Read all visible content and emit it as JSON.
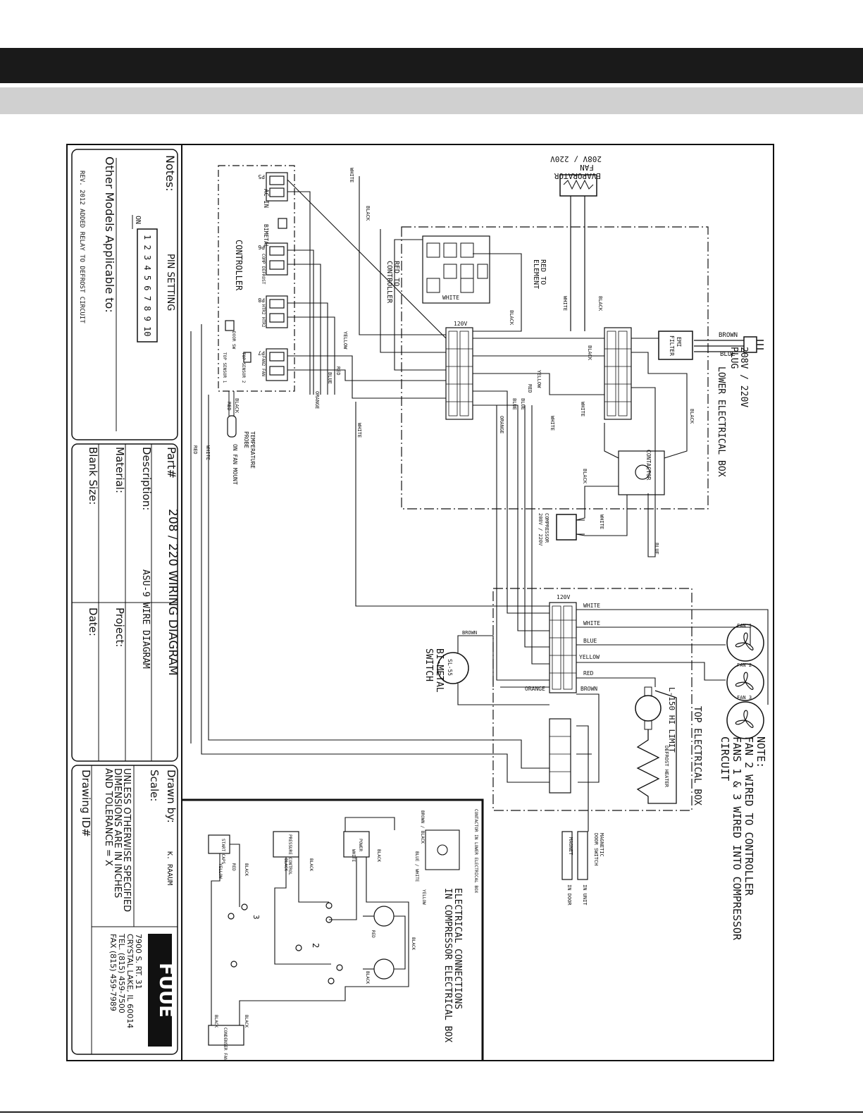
{
  "notes": {
    "title": "Notes:",
    "pin_setting": "PIN SETTING",
    "pin_numbers": "1 2 3 4 5 6 7 8 9 10",
    "on_label": "ON",
    "other_models": "Other Models Applicable to:",
    "revision": "REV. 2012 ADDED RELAY TO DEFROST CIRCUIT"
  },
  "title_block": {
    "part_label": "Part#",
    "part_value": "208 / 220 WIRING DIAGRAM",
    "description_label": "Description:",
    "description_value": "ASU-9 WIRE DIAGRAM",
    "material_label": "Material:",
    "project_label": "Project:",
    "blank_size_label": "Blank Size:",
    "date_label": "Date:",
    "drawn_by_label": "Drawn by:",
    "drawn_by_value": "K. RAAUM",
    "scale_label": "Scale:",
    "tolerance_1": "UNLESS OTHERWISE SPECIFIED",
    "tolerance_2": "DIMENSIONS ARE IN INCHES",
    "tolerance_3": "AND TOLERANCE = X",
    "drawing_id_label": "Drawing ID#"
  },
  "company": {
    "logo": "FUUE",
    "address_1": "7900 S. RT. 31",
    "address_2": "CRYSTAL LAKE, IL 60014",
    "tel": "TEL. (815) 459-7500",
    "fax": "FAX (815) 459-7989"
  },
  "diagram": {
    "note_1": "NOTE:",
    "note_2": "FAN 2 WIRED TO CONTROLLER",
    "note_3": "FANS 1 & 3 WIRED INTO COMPRESSOR",
    "note_4": "CIRCUIT",
    "plug_1": "208V / 220V",
    "plug_2": "PLUG",
    "lower_box": "LOWER ELECTRICAL BOX",
    "top_box": "TOP ELECTRICAL BOX",
    "evap_1": "EVAPORATOR",
    "evap_2": "FAN",
    "evap_3": "208V / 220V",
    "emi": "EMI",
    "emi_2": "FILTER",
    "controller": "CONTROLLER",
    "ac_in": "AC IN",
    "p5": "P5",
    "p6": "P6",
    "p7": "P7",
    "p8": "P8",
    "bimetal": "BIMETAL",
    "comp_defrost": "COMP DEFROST",
    "fan_label": "FAN2 FAN",
    "htr": "HTR2 HTR2",
    "door_sw": "DOOR SW",
    "top_sensor_1": "TOP SENSOR 1",
    "top_sensor_2": "TOP SENSOR 2",
    "temp_probe_1": "TEMPERATURE",
    "temp_probe_2": "PROBE",
    "fan_mount": "ON FAN MOUNT",
    "red_to_controller_1": "RED TO",
    "red_to_controller_2": "CONTROLLER",
    "red_to_element_1": "RED TO",
    "red_to_element_2": "ELEMENT",
    "relay_white": "WHITE",
    "v120a": "120V",
    "v120b": "120V",
    "contactor": "CONTACTOR",
    "compressor_1": "COMPRESSOR",
    "compressor_2": "208V / 220V",
    "fan1": "FAN 1",
    "fan2": "FAN 2",
    "fan3": "FAN 3",
    "bimetal_1": "BI-METAL",
    "bimetal_2": "SWITCH",
    "sl55": "SL-55",
    "hilimit": "L-150 HI LIMIT",
    "defrost_heater": "DEFROST HEATER",
    "magnetic_1": "MAGNETIC",
    "magnetic_2": "DOOR SWITCH",
    "in_unit": "IN UNIT",
    "magnet": "MAGNET",
    "in_door": "IN DOOR",
    "elec_1": "ELECTRICAL CONNECTIONS",
    "elec_2": "IN COMPRESSOR ELECTRICAL BOX",
    "contactor_lower": "CONTACTOR IN LOWER ELECTRICAL BOX",
    "brown_black": "BROWN / BLACK",
    "blue_white": "BLUE / WHITE",
    "start_caps": "START CAPS",
    "pressure_control": "PRESSURE CONTROL",
    "power": "POWER",
    "condenser_fan": "CONDENSER FAN"
  },
  "wires": {
    "white": "WHITE",
    "black": "BLACK",
    "brown": "BROWN",
    "blue": "BLUE",
    "red": "RED",
    "yellow": "YELLOW",
    "orange": "ORANGE"
  }
}
